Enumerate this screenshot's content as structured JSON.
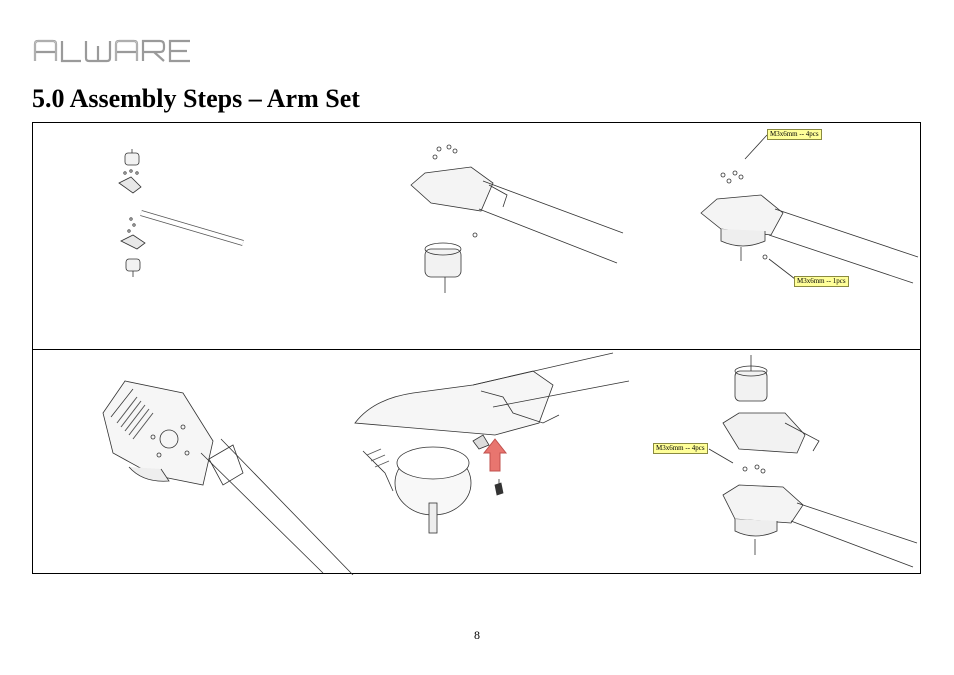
{
  "header": {
    "logo_text": "ALWARE",
    "title": "5.0 Assembly Steps – Arm Set"
  },
  "figure": {
    "callouts": {
      "step3_top": "M3x6mm -- 4pcs",
      "step3_bottom": "M3x6mm -- 1pcs",
      "step6": "M3x6mm -- 4pcs"
    },
    "colors": {
      "callout_bg": "#ffff99",
      "arrow": "#e8756f"
    }
  },
  "footer": {
    "page_number": "8"
  }
}
